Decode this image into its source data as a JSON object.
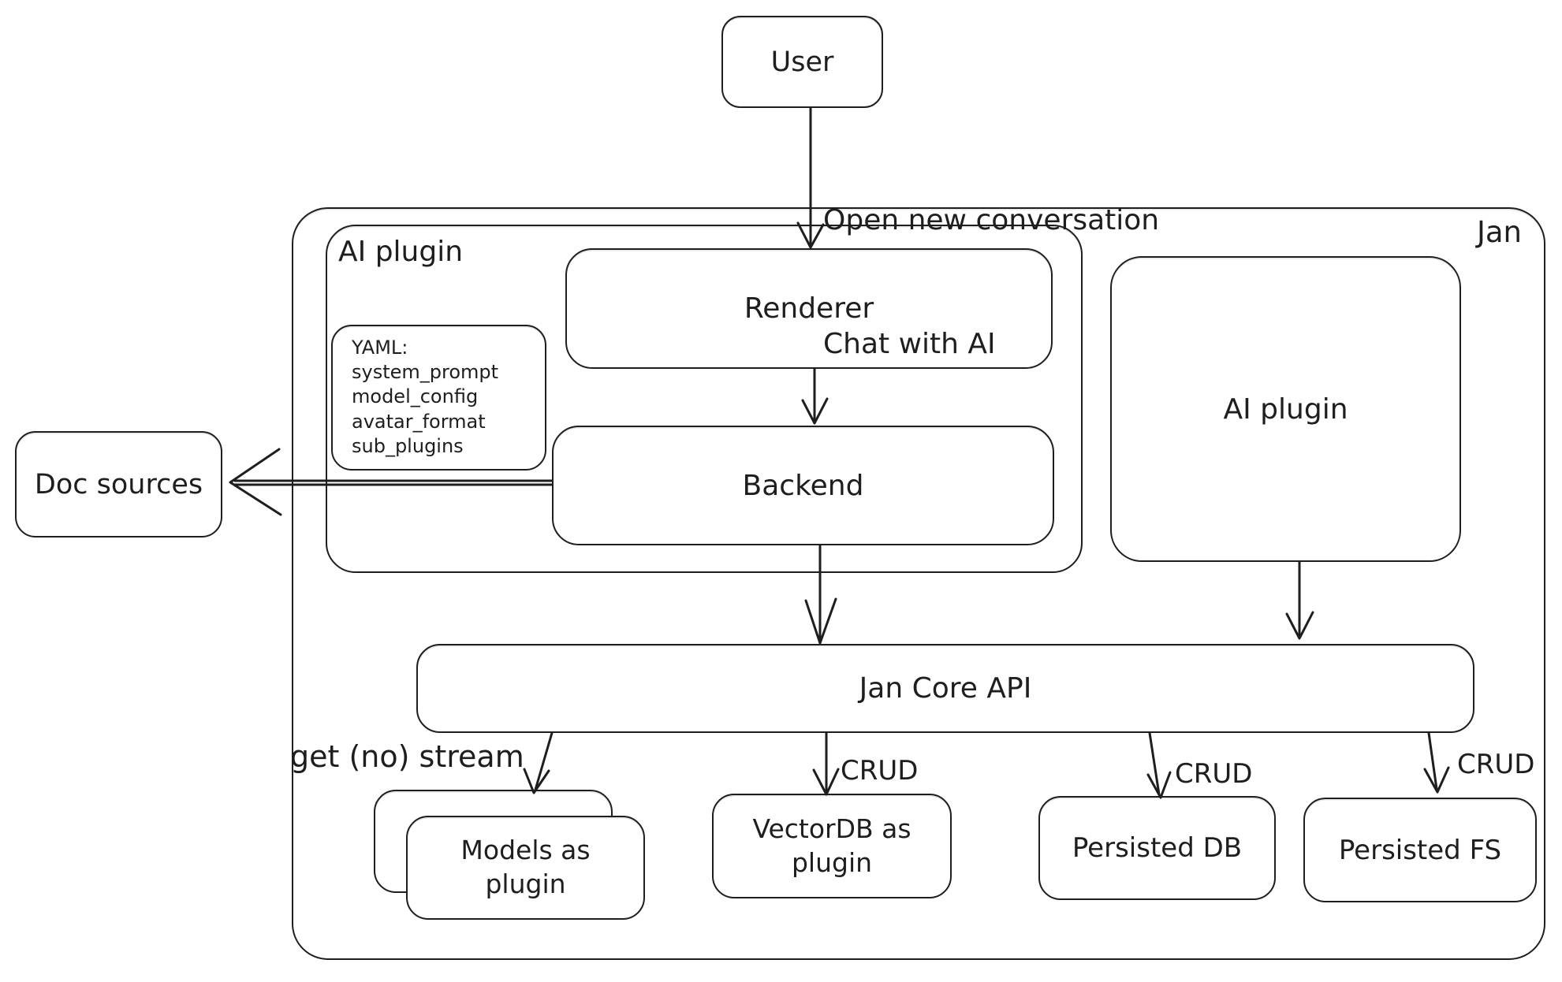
{
  "canvas": {
    "background": "#ffffff",
    "stroke_color": "#1e1e1e"
  },
  "nodes": {
    "user": {
      "label": "User"
    },
    "jan": {
      "label": "Jan"
    },
    "ai_plugin_container": {
      "label": "AI plugin"
    },
    "yaml_note": {
      "lines": [
        "YAML:",
        "system_prompt",
        "model_config",
        "avatar_format",
        "sub_plugins"
      ]
    },
    "renderer": {
      "label": "Renderer"
    },
    "backend": {
      "label": "Backend"
    },
    "ai_plugin_right": {
      "label": "AI plugin"
    },
    "jan_core_api": {
      "label": "Jan Core API"
    },
    "doc_sources": {
      "label": "Doc sources"
    },
    "models_as_plugin": {
      "label": "Models as plugin"
    },
    "vectordb_as_plugin": {
      "label": "VectorDB as plugin"
    },
    "persisted_db": {
      "label": "Persisted DB"
    },
    "persisted_fs": {
      "label": "Persisted FS"
    }
  },
  "edge_labels": {
    "user_to_renderer": {
      "lines": [
        "Open new conversation",
        "Chat with AI"
      ]
    },
    "get_no_stream": "get (no) stream",
    "crud_vectordb": "CRUD",
    "crud_persisted_db": "CRUD",
    "crud_persisted_fs": "CRUD"
  }
}
